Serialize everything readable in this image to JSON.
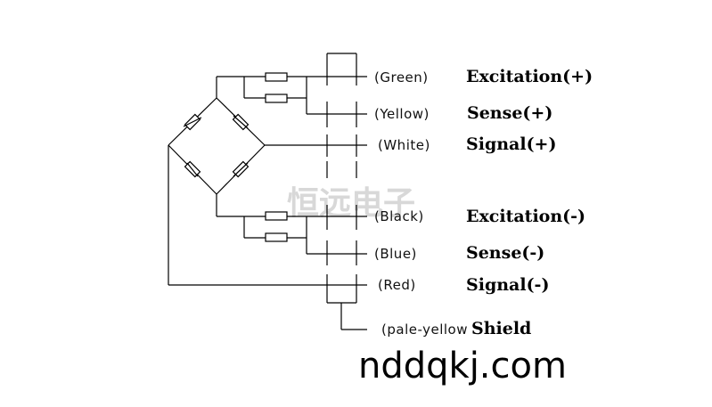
{
  "wires": [
    {
      "color": "(Green)",
      "function": "Excitation(+)"
    },
    {
      "color": "(Yellow)",
      "function": "Sense(+)"
    },
    {
      "color": "(White)",
      "function": "Signal(+)"
    },
    {
      "color": "(Black)",
      "function": "Excitation(-)"
    },
    {
      "color": "(Blue)",
      "function": "Sense(-)"
    },
    {
      "color": "(Red)",
      "function": "Signal(-)"
    },
    {
      "color": "(pale-yellow",
      "function": "Shield"
    }
  ],
  "watermark": "恒远电子",
  "site": "nddqkj.com"
}
